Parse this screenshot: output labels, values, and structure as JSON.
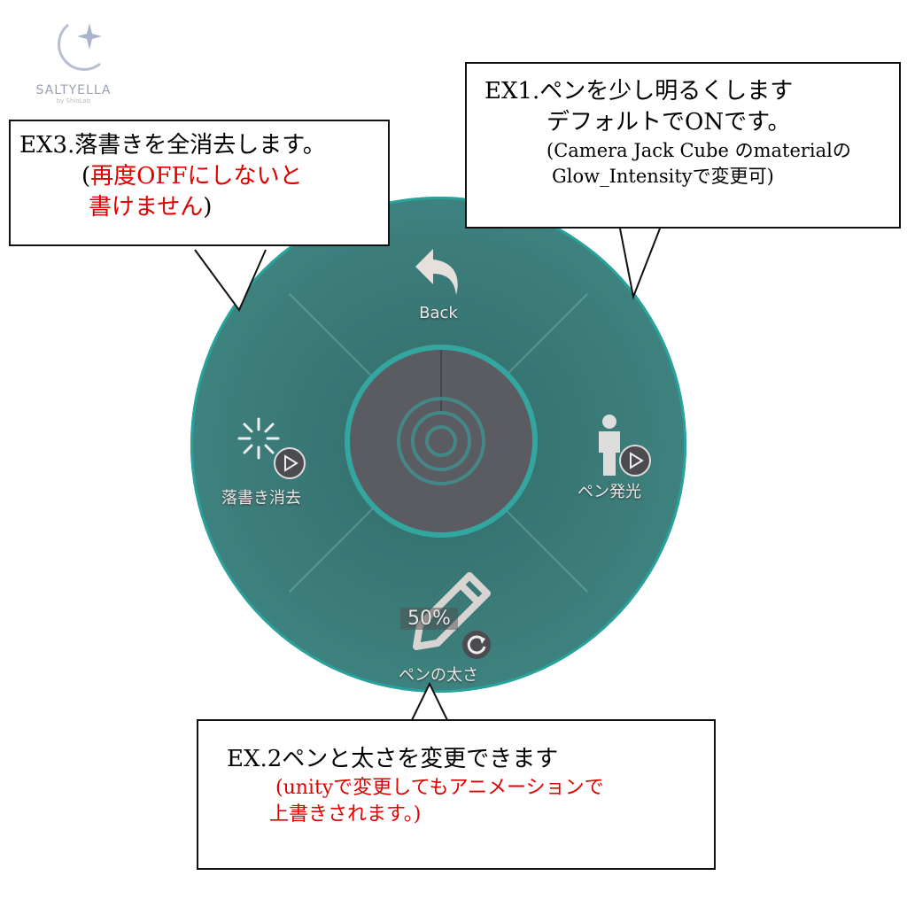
{
  "logo": {
    "name": "SALTYELLA",
    "sub": "by ShioLab"
  },
  "menu": {
    "back_label": "Back",
    "left_label": "落書き消去",
    "right_label": "ペン発光",
    "bottom_label": "ペンの太さ",
    "bottom_value": "50%",
    "colors": {
      "ring": "#3c7c79",
      "inner": "#5b5b62",
      "rim": "#2aa7a0"
    }
  },
  "callouts": {
    "ex1": {
      "line1": "EX1.ペンを少し明るくします",
      "line2": "デフォルトでONです。",
      "line3": "(Camera Jack Cube のmaterialの",
      "line4": "Glow_Intensityで変更可)"
    },
    "ex3": {
      "line1": "EX3.落書きを全消去します。",
      "open": "(",
      "red1": "再度OFFにしないと",
      "red2": "書けません",
      "close": ")"
    },
    "ex2": {
      "line1": "EX.2ペンと太さを変更できます",
      "red1": "(unityで変更してもアニメーションで",
      "red2": "上書きされます。)"
    }
  }
}
